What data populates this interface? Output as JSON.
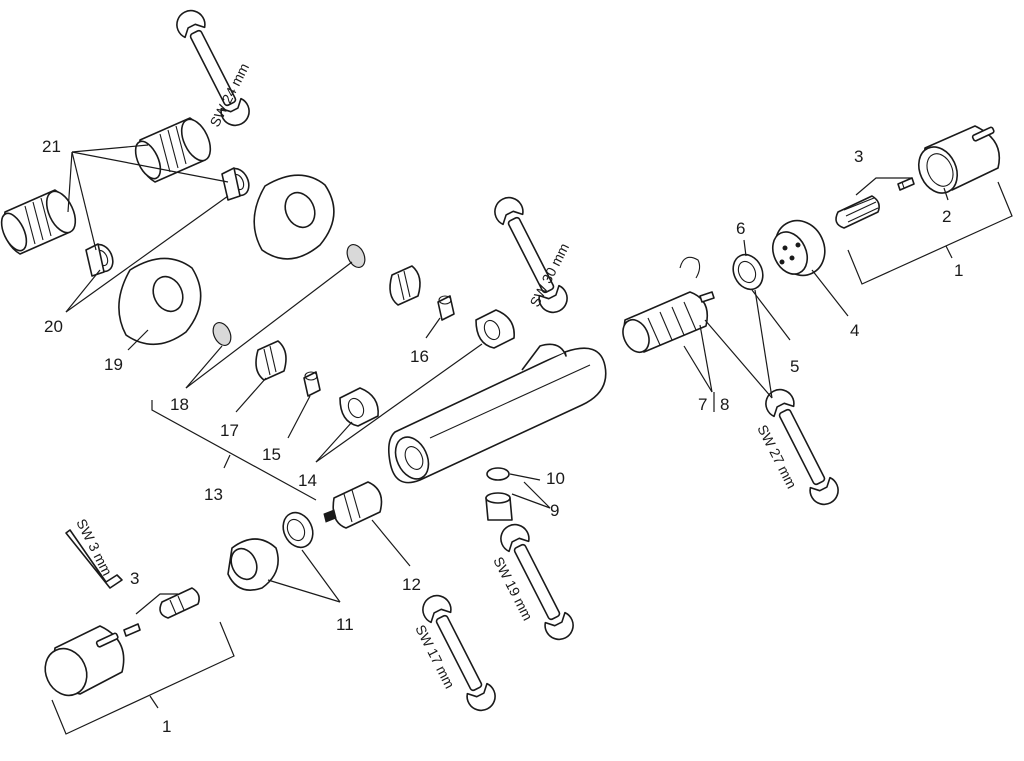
{
  "callouts": {
    "c1_right": "1",
    "c1_left": "1",
    "c2": "2",
    "c3_right": "3",
    "c3_left": "3",
    "c4": "4",
    "c5": "5",
    "c6": "6",
    "c78": "7",
    "c8": "8",
    "c9": "9",
    "c10": "10",
    "c11": "11",
    "c12": "12",
    "c13": "13",
    "c14": "14",
    "c15": "15",
    "c16": "16",
    "c17": "17",
    "c18": "18",
    "c19": "19",
    "c20": "20",
    "c21": "21"
  },
  "wrench_labels": {
    "sw24": "SW 24 mm",
    "sw30": "SW 30 mm",
    "sw27": "SW 27 mm",
    "sw19": "SW 19 mm",
    "sw17": "SW 17 mm",
    "sw3": "SW 3 mm"
  }
}
